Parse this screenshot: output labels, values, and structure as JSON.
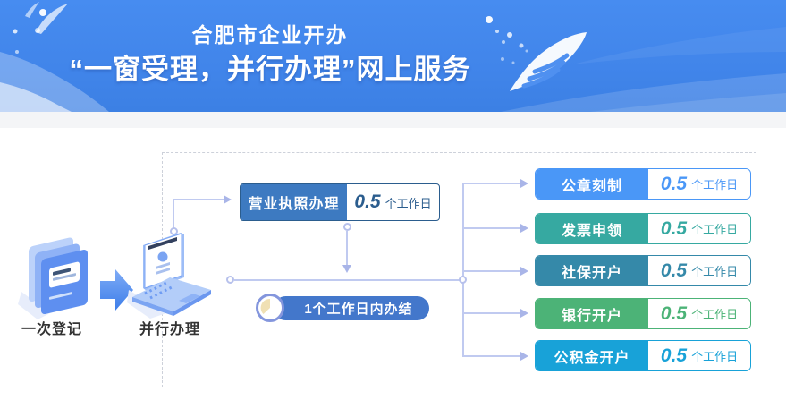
{
  "header": {
    "subtitle": "合肥市企业开办",
    "title": "“一窗受理，并行办理”网上服务",
    "bg_color": "#4287ec"
  },
  "flow": {
    "step1": {
      "label": "一次登记",
      "icon": "books-icon"
    },
    "flow_arrow_icon": "arrow-right-chevron-icon",
    "step2": {
      "label": "并行办理",
      "icon": "laptop-icon"
    },
    "license": {
      "label": "营业执照办理",
      "value": "0.5",
      "unit": "个工作日",
      "label_bg": "#3d7ac1",
      "value_color": "#2b5d8e",
      "border_color": "#2b5d8e"
    },
    "badge": {
      "label": "1个工作日内办结",
      "icon": "clock-icon",
      "bg_color": "#4377cb"
    },
    "parallel_items": [
      {
        "label": "公章刻制",
        "value": "0.5",
        "unit": "个工作日",
        "color": "#4a97f7"
      },
      {
        "label": "发票申领",
        "value": "0.5",
        "unit": "个工作日",
        "color": "#36a9a1"
      },
      {
        "label": "社保开户",
        "value": "0.5",
        "unit": "个工作日",
        "color": "#3589a9"
      },
      {
        "label": "银行开户",
        "value": "0.5",
        "unit": "个工作日",
        "color": "#4cb377"
      },
      {
        "label": "公积金开户",
        "value": "0.5",
        "unit": "个工作日",
        "color": "#18a2d8"
      }
    ]
  }
}
